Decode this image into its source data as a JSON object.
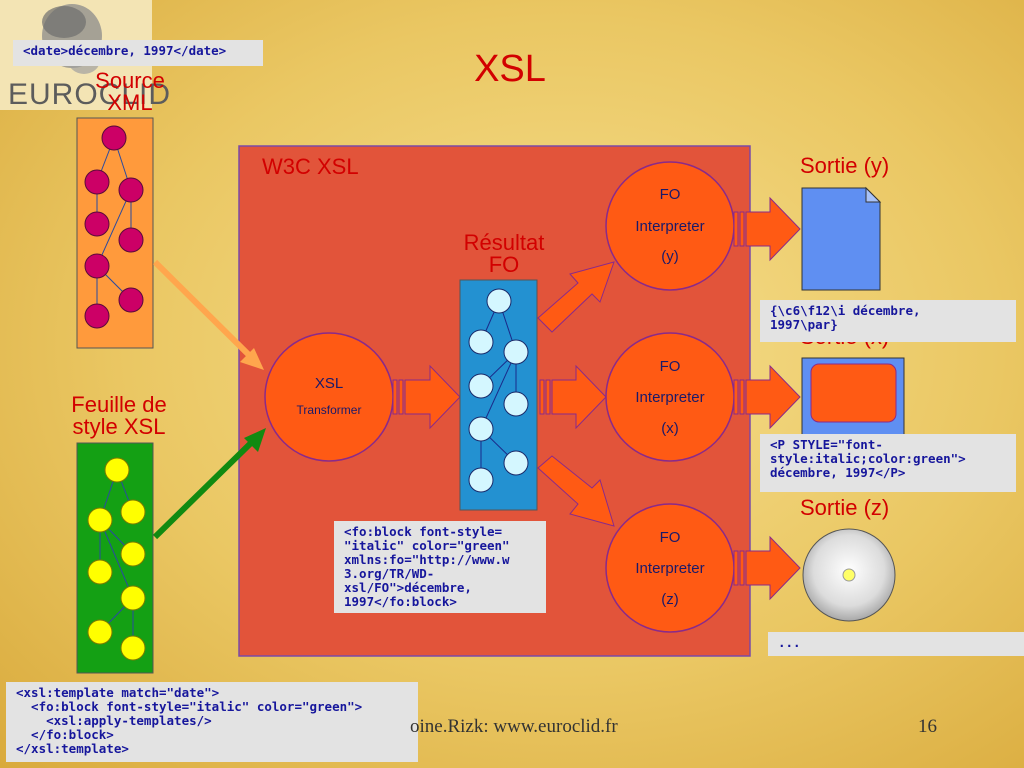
{
  "title": "XSL",
  "logo": {
    "text": "EUROCLID"
  },
  "labels": {
    "source_xml": "Source XML",
    "stylesheet": "Feuille de style XSL",
    "w3c_xsl": "W3C XSL",
    "resultat_fo": "Résultat FO",
    "sortie_y": "Sortie (y)",
    "sortie_x": "Sortie (x)",
    "sortie_z": "Sortie (z)"
  },
  "nodes": {
    "transformer": {
      "line1": "XSL",
      "line2": "Transformer"
    },
    "interp_y": {
      "line1": "FO",
      "line2": "Interpreter",
      "line3": "(y)"
    },
    "interp_x": {
      "line1": "FO",
      "line2": "Interpreter",
      "line3": "(x)"
    },
    "interp_z": {
      "line1": "FO",
      "line2": "Interpreter",
      "line3": "(z)"
    }
  },
  "code": {
    "date_xml": "<date>décembre, 1997</date>",
    "rtf": "{\\c6\\f12\\i décembre,\n1997\\par}",
    "html": "<P STYLE=\"font-\nstyle:italic;color:green\">\ndécembre, 1997</P>",
    "fo": "<fo:block font-style=\n\"italic\" color=\"green\"\nxmlns:fo=\"http://www.w\n3.org/TR/WD-\nxsl/FO\">décembre,\n1997</fo:block>",
    "ellipsis": "...",
    "template": "<xsl:template match=\"date\">\n  <fo:block font-style=\"italic\" color=\"green\">\n    <xsl:apply-templates/>\n  </fo:block>\n</xsl:template>"
  },
  "footer": "oine.Rizk: www.euroclid.fr",
  "page_number": "16",
  "colors": {
    "title_red": "#d20000",
    "box_red": "#e2543a",
    "interpreter": "#ff5a14",
    "arrow": "#ff5a14",
    "source_tree_bg": "#ff9a3c",
    "source_node": "#cc0066",
    "style_tree_bg": "#14a014",
    "style_node": "#ffff00",
    "fo_tree_bg": "#2391d1",
    "fo_node": "#d4f7ff"
  }
}
